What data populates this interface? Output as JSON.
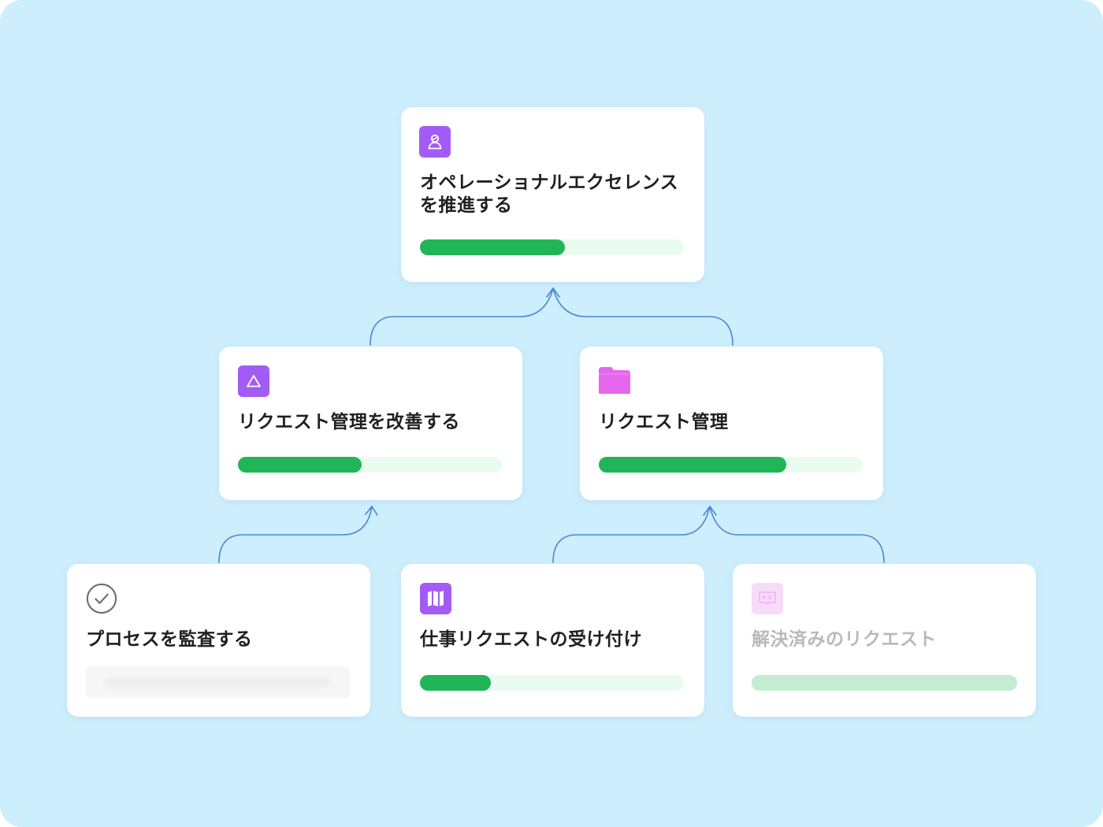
{
  "colors": {
    "background": "#cdeefd",
    "card": "#ffffff",
    "connector": "#4a86d6",
    "progress_fill": "#20b556",
    "progress_track": "#eafcf0",
    "icon_purple": "#a25cf5",
    "icon_pink": "#e667ec"
  },
  "nodes": {
    "goal": {
      "icon": "user-icon",
      "title_line1": "オペレーショナルエクセレンス",
      "title_line2": "を推進する",
      "progress": 0.55
    },
    "improve": {
      "icon": "triangle-icon",
      "title": "リクエスト管理を改善する",
      "progress": 0.47
    },
    "request_mgmt": {
      "icon": "folder-icon",
      "title": "リクエスト管理",
      "progress": 0.71
    },
    "audit": {
      "icon": "check-circle-icon",
      "title": "プロセスを監査する",
      "progress": null
    },
    "intake": {
      "icon": "map-icon",
      "title": "仕事リクエストの受け付け",
      "progress": 0.27
    },
    "resolved": {
      "icon": "presentation-icon",
      "title": "解決済みのリクエスト",
      "progress": 1.0
    }
  }
}
